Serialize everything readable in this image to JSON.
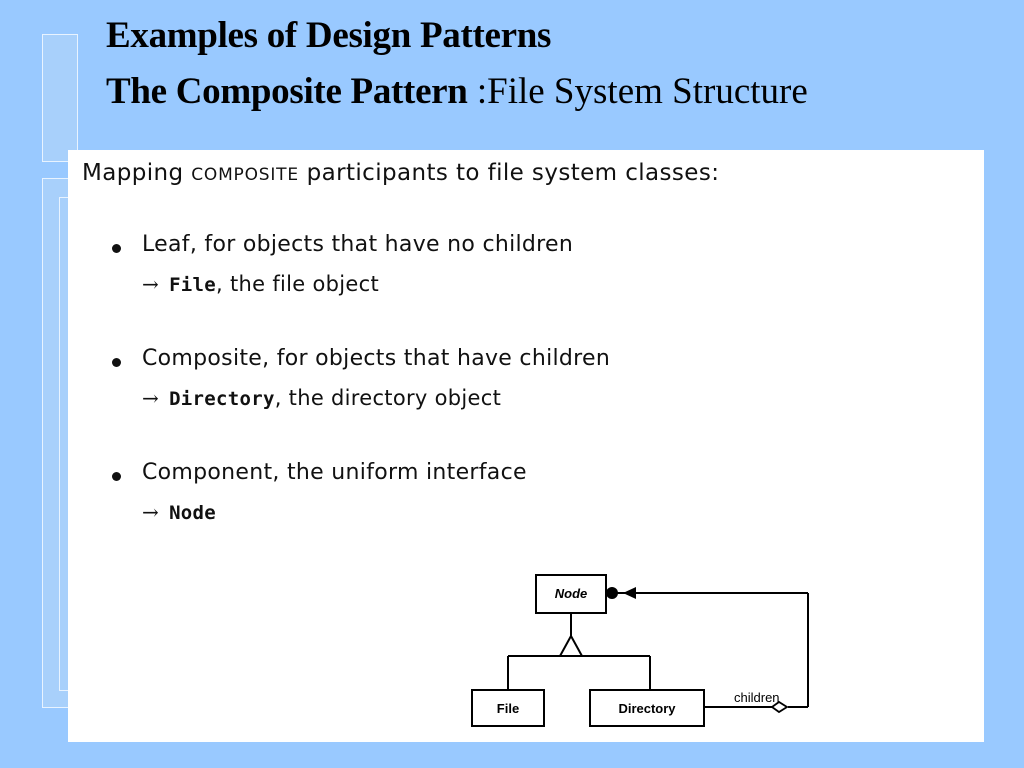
{
  "title": {
    "line1": "Examples of Design Patterns",
    "line2_bold": "The Composite Pattern",
    "line2_rest": " :File System Structure"
  },
  "content": {
    "heading_prefix": "Mapping ",
    "heading_smallcaps": "Composite",
    "heading_suffix": " participants to file system classes:",
    "items": [
      {
        "text": "Leaf, for objects that have no children",
        "arrow": "→",
        "code": "File",
        "rest": ", the file object"
      },
      {
        "text": "Composite, for objects that have children",
        "arrow": "→",
        "code": "Directory",
        "rest": ", the directory object"
      },
      {
        "text": "Component, the uniform interface",
        "arrow": "→",
        "code": "Node",
        "rest": ""
      }
    ]
  },
  "diagram": {
    "node_label": "Node",
    "file_label": "File",
    "directory_label": "Directory",
    "children_label": "children"
  },
  "colors": {
    "background": "#99c9ff",
    "panel": "#ffffff"
  }
}
